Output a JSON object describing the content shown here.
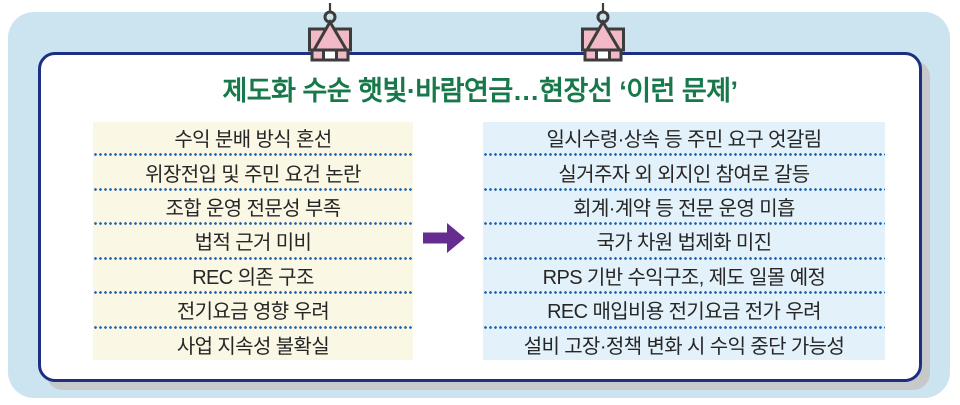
{
  "title": "제도화 수순 햇빛·바람연금…현장선 ‘이런 문제’",
  "left_column": {
    "items": [
      "수익 분배 방식 혼선",
      "위장전입 및 주민 요건 논란",
      "조합 운영 전문성 부족",
      "법적 근거 미비",
      "REC 의존 구조",
      "전기요금 영향 우려",
      "사업 지속성 불확실"
    ]
  },
  "right_column": {
    "items": [
      "일시수령·상속 등 주민 요구 엇갈림",
      "실거주자 외 외지인 참여로 갈등",
      "회계·계약 등 전문 운영 미흡",
      "국가 차원 법제화 미진",
      "RPS 기반 수익구조, 제도 일몰 예정",
      "REC 매입비용 전기요금 전가 우려",
      "설비 고장·정책 변화 시 수익 중단 가능성"
    ]
  },
  "icons": {
    "clip_left": "binder-clip",
    "clip_right": "binder-clip",
    "center_arrow": "arrow-right"
  },
  "colors": {
    "panel_blue": "#cbe4f0",
    "border_navy": "#1c2f80",
    "title_green": "#17784a",
    "left_bg": "#faf7e5",
    "right_bg": "#e3f1fa",
    "dot_blue": "#2366b2",
    "arrow_purple": "#662d91",
    "clip_pink": "#f2b9c6",
    "clip_outline": "#3c3c3c",
    "text": "#262626",
    "shadow_gray": "#c7c8ca"
  }
}
